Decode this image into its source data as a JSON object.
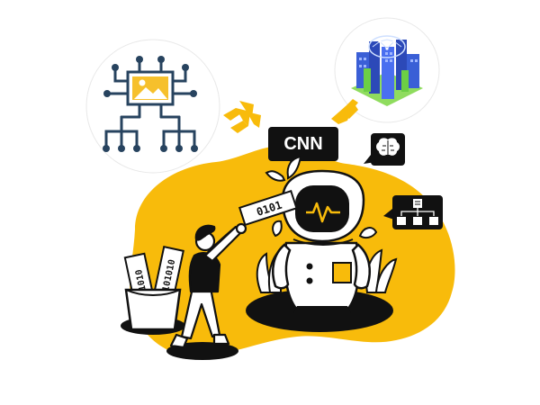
{
  "speech_bubble": {
    "label": "CNN"
  },
  "data_strips": {
    "held_strip": "0101",
    "bucket_strip_left": "1010",
    "bucket_strip_right": "101010"
  },
  "colors": {
    "accent_yellow": "#f8bb0b",
    "ink": "#111111",
    "network_blue": "#27435f",
    "image_yellow": "#f6c02c",
    "city_blue": "#3a5fd6",
    "city_green": "#6ccf45"
  },
  "icons": [
    "image-network-icon",
    "smart-city-icon",
    "brain-icon",
    "document-network-icon",
    "heartbeat-icon"
  ]
}
